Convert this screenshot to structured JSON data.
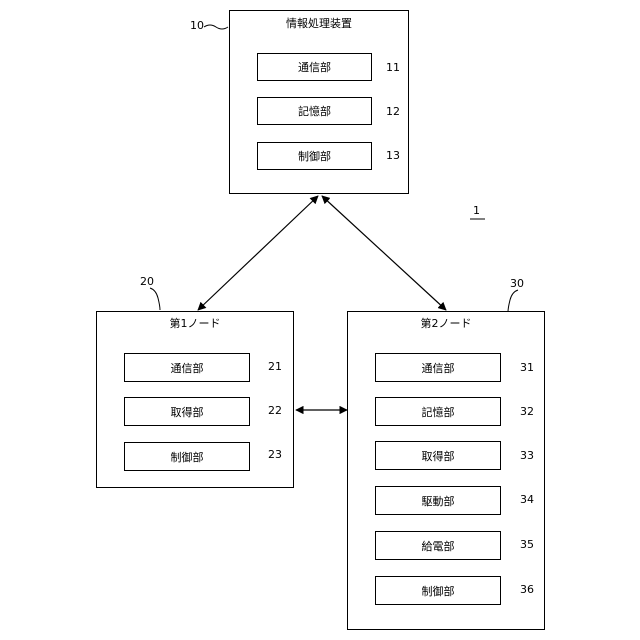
{
  "system_ref": "1",
  "device": {
    "ref": "10",
    "title": "情報処理装置",
    "units": [
      {
        "label": "通信部",
        "ref": "11"
      },
      {
        "label": "記憶部",
        "ref": "12"
      },
      {
        "label": "制御部",
        "ref": "13"
      }
    ]
  },
  "node1": {
    "ref": "20",
    "title": "第1ノード",
    "units": [
      {
        "label": "通信部",
        "ref": "21"
      },
      {
        "label": "取得部",
        "ref": "22"
      },
      {
        "label": "制御部",
        "ref": "23"
      }
    ]
  },
  "node2": {
    "ref": "30",
    "title": "第2ノード",
    "units": [
      {
        "label": "通信部",
        "ref": "31"
      },
      {
        "label": "記憶部",
        "ref": "32"
      },
      {
        "label": "取得部",
        "ref": "33"
      },
      {
        "label": "駆動部",
        "ref": "34"
      },
      {
        "label": "給電部",
        "ref": "35"
      },
      {
        "label": "制御部",
        "ref": "36"
      }
    ]
  }
}
